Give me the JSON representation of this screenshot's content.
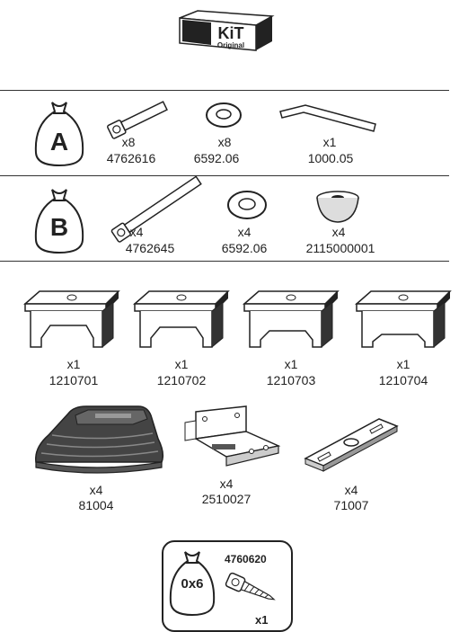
{
  "header": {
    "kit_text": "KiT",
    "kit_sub": "Original"
  },
  "bag_a": {
    "letter": "A",
    "items": [
      {
        "qty": "x8",
        "code": "4762616",
        "icon": "bolt-icon"
      },
      {
        "qty": "x8",
        "code": "6592.06",
        "icon": "washer-icon"
      },
      {
        "qty": "x1",
        "code": "1000.05",
        "icon": "hex-key-icon"
      }
    ]
  },
  "bag_b": {
    "letter": "B",
    "items": [
      {
        "qty": "x4",
        "code": "4762645",
        "icon": "long-bolt-icon"
      },
      {
        "qty": "x4",
        "code": "6592.06",
        "icon": "washer-icon"
      },
      {
        "qty": "x4",
        "code": "2115000001",
        "icon": "cap-icon"
      }
    ]
  },
  "pads": [
    {
      "qty": "x1",
      "code": "1210701"
    },
    {
      "qty": "x1",
      "code": "1210702"
    },
    {
      "qty": "x1",
      "code": "1210703"
    },
    {
      "qty": "x1",
      "code": "1210704"
    }
  ],
  "parts": [
    {
      "qty": "x4",
      "code": "81004",
      "icon": "rubber-foot-icon"
    },
    {
      "qty": "x4",
      "code": "2510027",
      "icon": "bracket-icon"
    },
    {
      "qty": "x4",
      "code": "71007",
      "icon": "plate-icon"
    }
  ],
  "spare": {
    "bag_label": "0x6",
    "code": "4760620",
    "qty": "x1"
  }
}
